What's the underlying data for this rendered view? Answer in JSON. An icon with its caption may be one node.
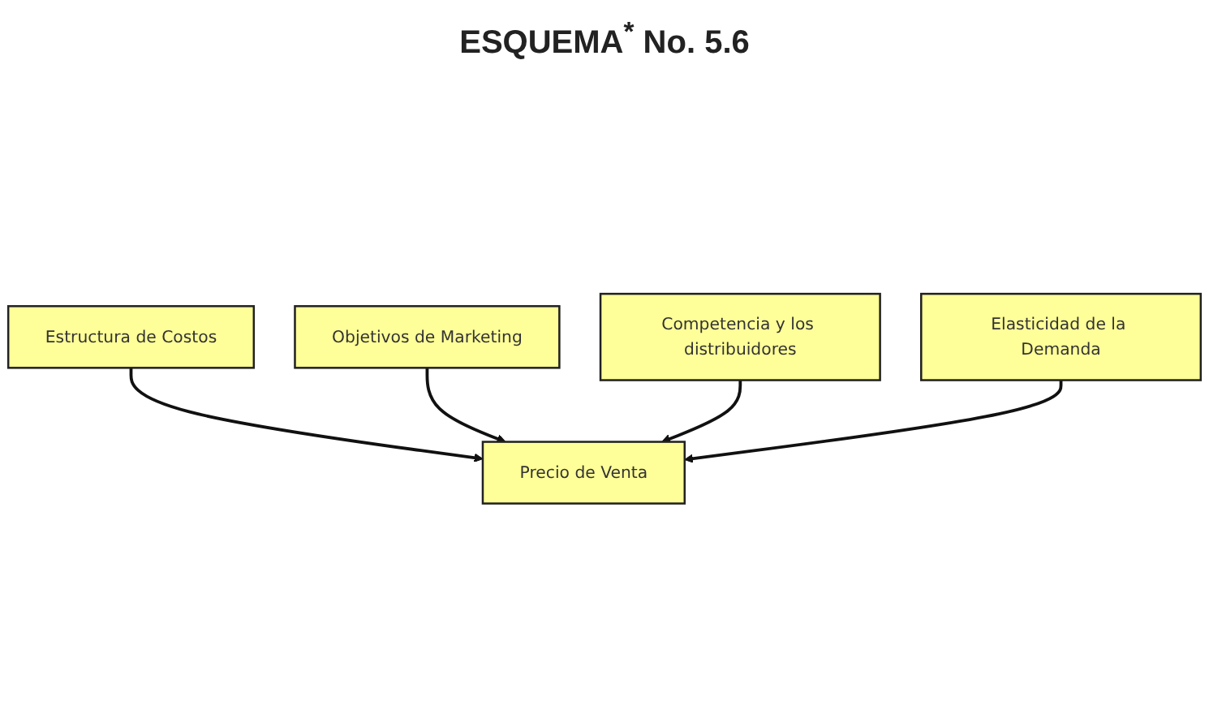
{
  "diagram": {
    "title": "ESQUEMA$^{*}$ No. 5.6",
    "nodes": [
      {
        "text": [
          "Estructura de Costos"
        ]
      },
      {
        "text": [
          "Objetivos de Marketing"
        ]
      },
      {
        "text": [
          "Precio de Venta"
        ]
      },
      {
        "text": [
          "Competencia y los distribuidores"
        ]
      },
      {
        "text": [
          "Elasticidad de la Demanda"
        ]
      }
    ],
    "edges": [
      {
        "from": 0,
        "to": 2,
        "arrow": "to"
      },
      {
        "from": 1,
        "to": 2,
        "arrow": "to"
      },
      {
        "from": 3,
        "to": 2,
        "arrow": "to"
      },
      {
        "from": 4,
        "to": 2,
        "arrow": "to"
      }
    ]
  }
}
